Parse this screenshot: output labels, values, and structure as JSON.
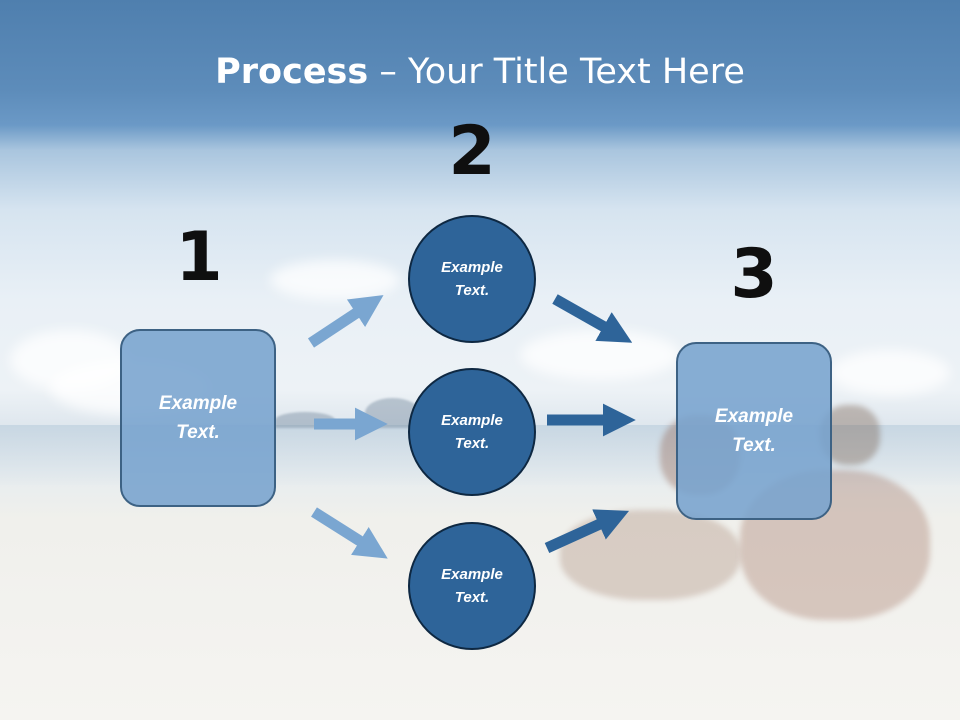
{
  "slide": {
    "title_bold": "Process",
    "title_rest": " – Your Title Text Here"
  },
  "steps": {
    "one": "1",
    "two": "2",
    "three": "3"
  },
  "nodes": {
    "left_box": "Example Text.",
    "circle_top": "Example Text.",
    "circle_middle": "Example Text.",
    "circle_bottom": "Example Text.",
    "right_box": "Example Text."
  },
  "colors": {
    "light_arrow": "#7aa6d1",
    "dark_arrow": "#2e6499",
    "box_fill": "#78a3ce",
    "circle_fill": "#2e6499"
  }
}
